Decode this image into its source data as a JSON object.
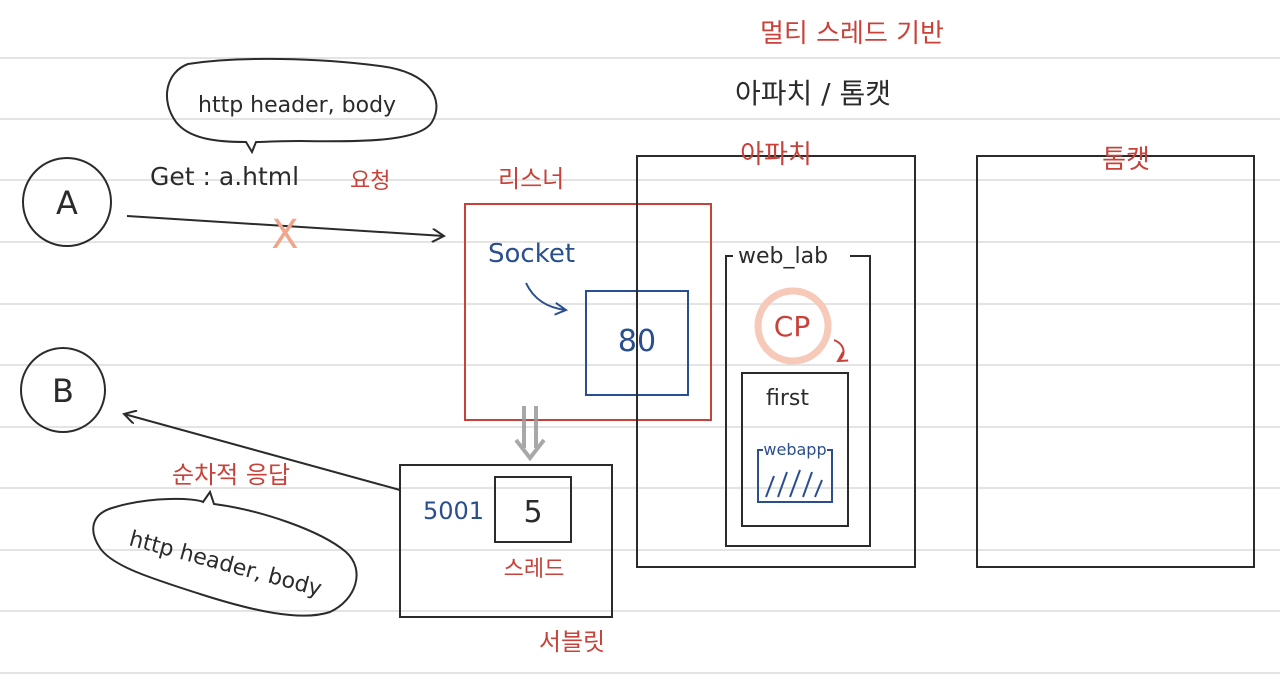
{
  "colors": {
    "ruled_line": "#d9d9d9",
    "ink": "#2b2b2b",
    "red": "#c8423a",
    "blue": "#2a4f8e",
    "highlight": "#f6c9b8",
    "gray_arrow": "#9a9a9a"
  },
  "header": {
    "multithread_label": "멀티 스레드 기반",
    "servers_label": "아파치 / 톰캣"
  },
  "clients": {
    "a": "A",
    "b": "B"
  },
  "request": {
    "bubble_text": "http header, body",
    "get_text": "Get : a.html",
    "request_label": "요청",
    "cross_mark": "X"
  },
  "response": {
    "label": "순차적 응답",
    "bubble_text": "http header, body"
  },
  "listener": {
    "label": "리스너",
    "socket_label": "Socket",
    "port": "80"
  },
  "apache": {
    "label": "아파치",
    "web_lab": "web_lab",
    "cp_label": "CP",
    "first_label": "first",
    "webapp_label": "webapp"
  },
  "tomcat": {
    "label": "톰캣"
  },
  "servlet": {
    "port": "5001",
    "thread_number": "5",
    "thread_label": "스레드",
    "label": "서블릿"
  }
}
